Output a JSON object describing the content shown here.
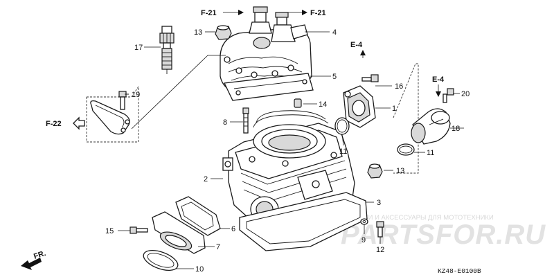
{
  "watermark": {
    "tagline": "ЗАПЧАСТИ И АКСЕССУАРЫ ДЛЯ МОТОТЕХНИКИ",
    "logo": "PARTSFOR.RU"
  },
  "diagram_code": "KZ48-E0100B",
  "front_marker": "FR.",
  "references": {
    "f21_left": "F-21",
    "f21_right": "F-21",
    "f22": "F-22",
    "e4_left": "E-4",
    "e4_right": "E-4"
  },
  "callouts": {
    "p1": "1",
    "p2": "2",
    "p3": "3",
    "p4": "4",
    "p5": "5",
    "p6": "6",
    "p7": "7",
    "p8": "8",
    "p9": "9",
    "p10": "10",
    "p11a": "11",
    "p11b": "11",
    "p12": "12",
    "p13a": "13",
    "p13b": "13",
    "p14": "14",
    "p15": "15",
    "p16": "16",
    "p17": "17",
    "p18": "18",
    "p19": "19",
    "p20": "20"
  }
}
